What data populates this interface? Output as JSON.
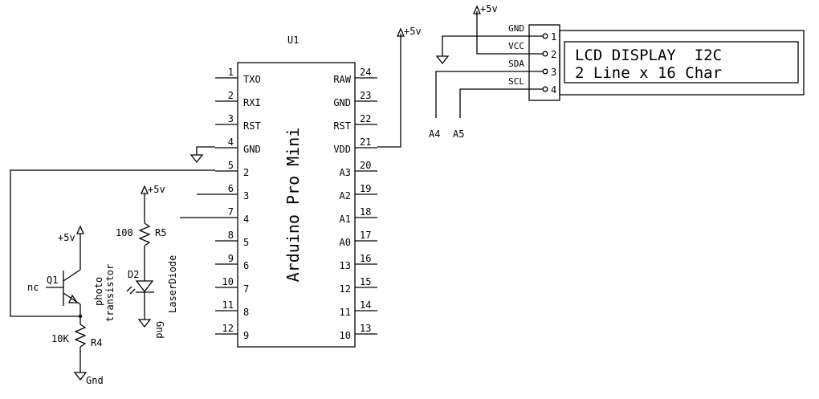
{
  "diagram_type": "circuit-schematic",
  "colors": {
    "ink": "#000000",
    "background": "#ffffff"
  },
  "microcontroller": {
    "ref": "U1",
    "name": "Arduino Pro Mini",
    "left_pins": [
      {
        "num": "1",
        "label": "TXO"
      },
      {
        "num": "2",
        "label": "RXI"
      },
      {
        "num": "3",
        "label": "RST"
      },
      {
        "num": "4",
        "label": "GND"
      },
      {
        "num": "5",
        "label": "2"
      },
      {
        "num": "6",
        "label": "3"
      },
      {
        "num": "7",
        "label": "4"
      },
      {
        "num": "8",
        "label": "5"
      },
      {
        "num": "9",
        "label": "6"
      },
      {
        "num": "10",
        "label": "7"
      },
      {
        "num": "11",
        "label": "8"
      },
      {
        "num": "12",
        "label": "9"
      }
    ],
    "right_pins": [
      {
        "num": "24",
        "label": "RAW"
      },
      {
        "num": "23",
        "label": "GND"
      },
      {
        "num": "22",
        "label": "RST"
      },
      {
        "num": "21",
        "label": "VDD"
      },
      {
        "num": "20",
        "label": "A3"
      },
      {
        "num": "19",
        "label": "A2"
      },
      {
        "num": "18",
        "label": "A1"
      },
      {
        "num": "17",
        "label": "A0"
      },
      {
        "num": "16",
        "label": "13"
      },
      {
        "num": "15",
        "label": "12"
      },
      {
        "num": "14",
        "label": "11"
      },
      {
        "num": "13",
        "label": "10"
      }
    ]
  },
  "power_labels": {
    "vdd_supply": "+5v",
    "lcd_supply": "+5v",
    "laser_supply": "+5v",
    "transistor_supply": "+5v",
    "r4_ground": "Gnd",
    "laser_ground": "Gnd"
  },
  "lcd": {
    "line1": "LCD DISPLAY  I2C",
    "line2": "2 Line x 16 Char",
    "connector_pins": [
      {
        "num": "1",
        "label": "GND"
      },
      {
        "num": "2",
        "label": "VCC"
      },
      {
        "num": "3",
        "label": "SDA"
      },
      {
        "num": "4",
        "label": "SCL"
      }
    ],
    "net_labels": [
      "A4",
      "A5"
    ]
  },
  "laser": {
    "resistor_ref": "R5",
    "resistor_value": "100",
    "diode_ref": "D2",
    "diode_desc": "LaserDiode"
  },
  "phototransistor": {
    "ref": "Q1",
    "base_label": "nc",
    "desc_line1": "photo",
    "desc_line2": "transistor",
    "resistor_ref": "R4",
    "resistor_value": "10K"
  }
}
